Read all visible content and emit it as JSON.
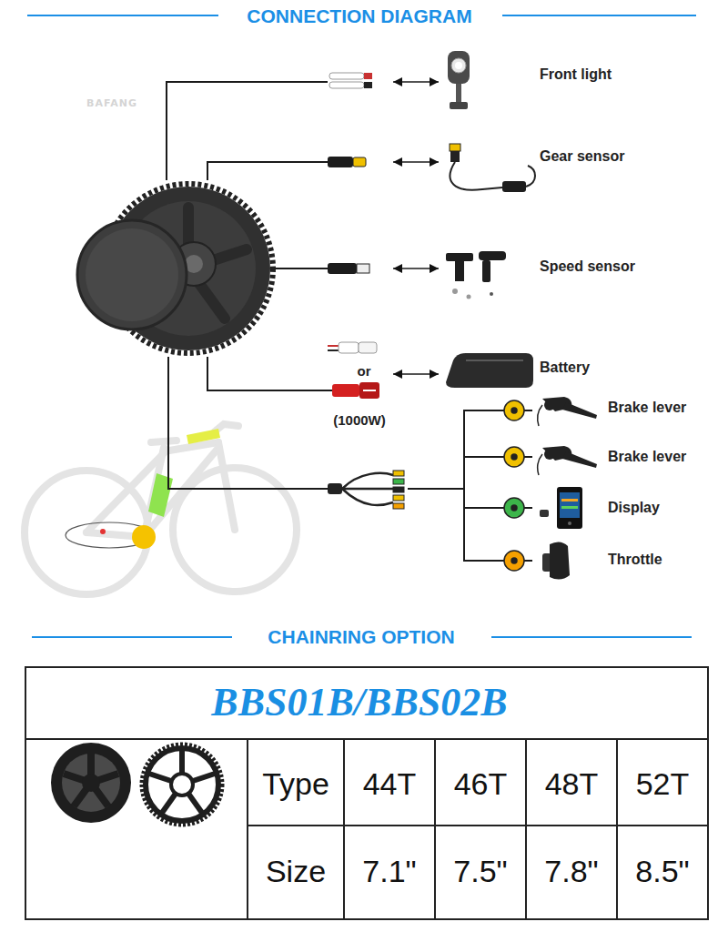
{
  "diagram": {
    "title": "CONNECTION DIAGRAM",
    "nodes": [
      {
        "text": [
          "BAFANG"
        ]
      },
      {
        "text": [
          "Front light"
        ]
      },
      {
        "text": [
          "Gear sensor"
        ]
      },
      {
        "text": [
          "Speed sensor"
        ]
      },
      {
        "text": [
          "Battery"
        ]
      },
      {
        "text": [
          "Brake lever"
        ]
      },
      {
        "text": [
          "Brake lever"
        ]
      },
      {
        "text": [
          "Display"
        ]
      },
      {
        "text": [
          "Throttle"
        ]
      }
    ],
    "edges": [
      {
        "from": 0,
        "to": 1,
        "arrow": "both"
      },
      {
        "from": 0,
        "to": 2,
        "arrow": "both"
      },
      {
        "from": 0,
        "to": 3,
        "arrow": "both"
      },
      {
        "from": 0,
        "to": 4,
        "arrow": "both"
      },
      {
        "from": 0,
        "to": 5,
        "arrow": "none"
      },
      {
        "from": 0,
        "to": 6,
        "arrow": "none"
      },
      {
        "from": 0,
        "to": 7,
        "arrow": "none"
      },
      {
        "from": 0,
        "to": 8,
        "arrow": "none"
      }
    ],
    "labels": [
      "or",
      "(1000W)",
      "CHAINRING OPTION",
      "BBS01B/BBS02B",
      "Type",
      "44T",
      "46T",
      "48T",
      "52T",
      "Size",
      "7.1\"",
      "7.5\"",
      "7.8\"",
      "8.5\""
    ]
  }
}
